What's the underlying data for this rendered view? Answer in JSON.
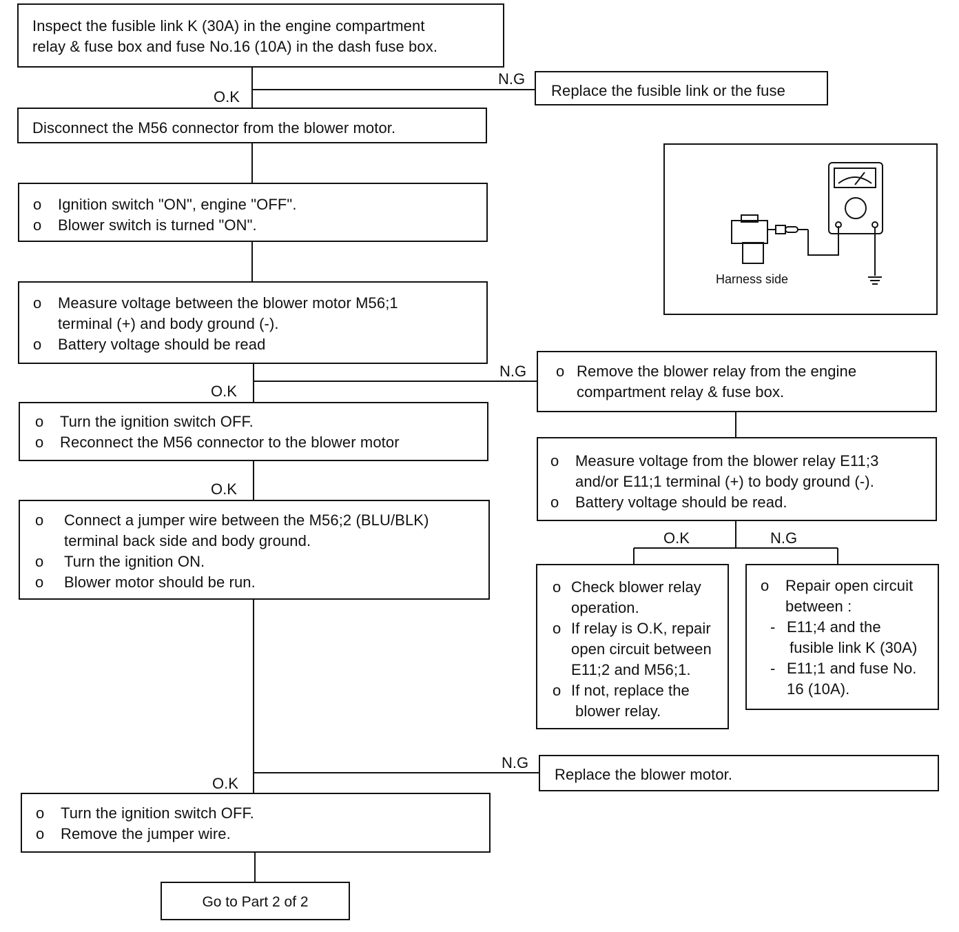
{
  "step1": {
    "text": [
      "Inspect  the fusible link K (30A) in the engine compartment",
      "relay & fuse box and fuse No.16 (10A) in the dash fuse box."
    ]
  },
  "ng1": {
    "text": "Replace the fusible link or the fuse"
  },
  "step2": {
    "text": "Disconnect the M56 connector from the blower motor."
  },
  "step3": {
    "bullet": "o",
    "lines": [
      "Ignition switch \"ON\", engine \"OFF\".",
      "Blower switch is turned \"ON\"."
    ]
  },
  "step4": {
    "bullet": "o",
    "items": [
      [
        "Measure voltage between the blower motor M56;1",
        "terminal (+) and body ground (-)."
      ],
      [
        "Battery voltage should be read"
      ]
    ]
  },
  "ng4a": {
    "bullet": "o",
    "lines": [
      "Remove the blower relay from the engine",
      "compartment relay & fuse box."
    ]
  },
  "ng4b": {
    "bullet": "o",
    "items": [
      [
        "Measure voltage from the blower relay E11;3",
        "and/or E11;1 terminal (+) to body ground (-)."
      ],
      [
        "Battery voltage should be read."
      ]
    ]
  },
  "ng4c_ok": {
    "bullet": "o",
    "items": [
      [
        "Check blower relay",
        "operation."
      ],
      [
        "If relay is O.K, repair",
        "open circuit between",
        "E11;2 and M56;1."
      ],
      [
        "If not, replace the",
        "blower relay."
      ]
    ]
  },
  "ng4c_ng": {
    "bullet": "o",
    "lead": [
      "Repair open circuit",
      "between :"
    ],
    "dash": "-",
    "subitems": [
      [
        "E11;4 and the",
        "fusible link K (30A)"
      ],
      [
        "E11;1 and fuse No.",
        "16 (10A)."
      ]
    ]
  },
  "step5": {
    "bullet": "o",
    "lines": [
      "Turn the ignition switch OFF.",
      "Reconnect the M56 connector to the blower motor"
    ]
  },
  "step6": {
    "bullet": "o",
    "lines": [
      "Connect a jumper wire between the M56;2 (BLU/BLK)",
      "terminal back side and body ground.",
      "Turn the ignition ON.",
      "Blower motor should be run."
    ]
  },
  "ng6": {
    "text": "Replace the blower motor."
  },
  "step7": {
    "bullet": "o",
    "lines": [
      "Turn the ignition switch OFF.",
      "Remove the jumper wire."
    ]
  },
  "end": {
    "text": "Go to Part 2 of 2"
  },
  "labels": {
    "ok": "O.K",
    "ng": "N.G"
  },
  "illustration": {
    "caption": "Harness side",
    "icons": [
      "connector-icon",
      "multimeter-icon",
      "ground-icon"
    ]
  }
}
